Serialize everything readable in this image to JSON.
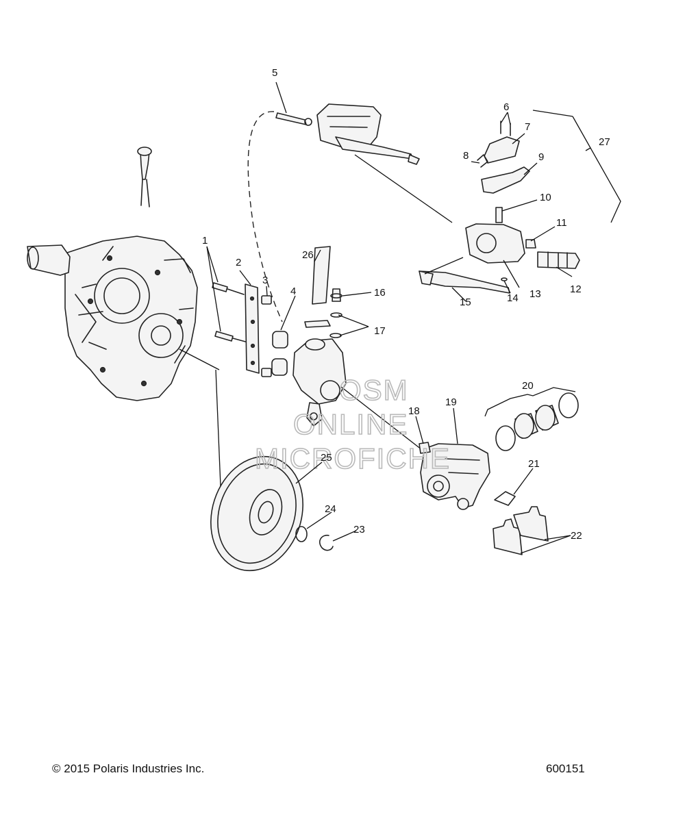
{
  "callouts": [
    {
      "id": "1",
      "label": "1"
    },
    {
      "id": "2",
      "label": "2"
    },
    {
      "id": "3",
      "label": "3"
    },
    {
      "id": "4",
      "label": "4"
    },
    {
      "id": "5",
      "label": "5"
    },
    {
      "id": "6",
      "label": "6"
    },
    {
      "id": "7",
      "label": "7"
    },
    {
      "id": "8",
      "label": "8"
    },
    {
      "id": "9",
      "label": "9"
    },
    {
      "id": "10",
      "label": "10"
    },
    {
      "id": "11",
      "label": "11"
    },
    {
      "id": "12",
      "label": "12"
    },
    {
      "id": "13",
      "label": "13"
    },
    {
      "id": "14",
      "label": "14"
    },
    {
      "id": "15",
      "label": "15"
    },
    {
      "id": "16",
      "label": "16"
    },
    {
      "id": "17",
      "label": "17"
    },
    {
      "id": "18",
      "label": "18"
    },
    {
      "id": "19",
      "label": "19"
    },
    {
      "id": "20",
      "label": "20"
    },
    {
      "id": "21",
      "label": "21"
    },
    {
      "id": "22",
      "label": "22"
    },
    {
      "id": "23",
      "label": "23"
    },
    {
      "id": "24",
      "label": "24"
    },
    {
      "id": "25",
      "label": "25"
    },
    {
      "id": "26",
      "label": "26"
    },
    {
      "id": "27",
      "label": "27"
    }
  ],
  "watermark": {
    "line1": "OSM",
    "line2": "ONLINE",
    "line3": "MICROFICHE"
  },
  "footer": {
    "copyright": "© 2015 Polaris Industries Inc.",
    "figure_number": "600151"
  }
}
